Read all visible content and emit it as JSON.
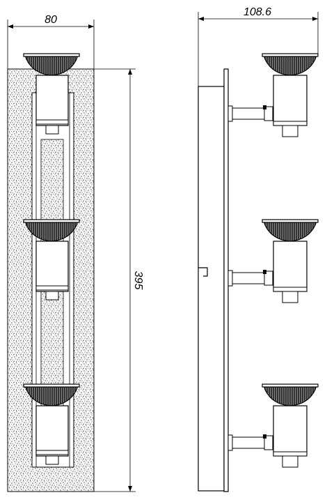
{
  "dimensions": {
    "front_width": "80",
    "side_depth": "108.6",
    "height": "395"
  },
  "colors": {
    "line": "#000000",
    "background": "#ffffff",
    "reflector": "#1a1a1a",
    "texture": "#000000"
  }
}
